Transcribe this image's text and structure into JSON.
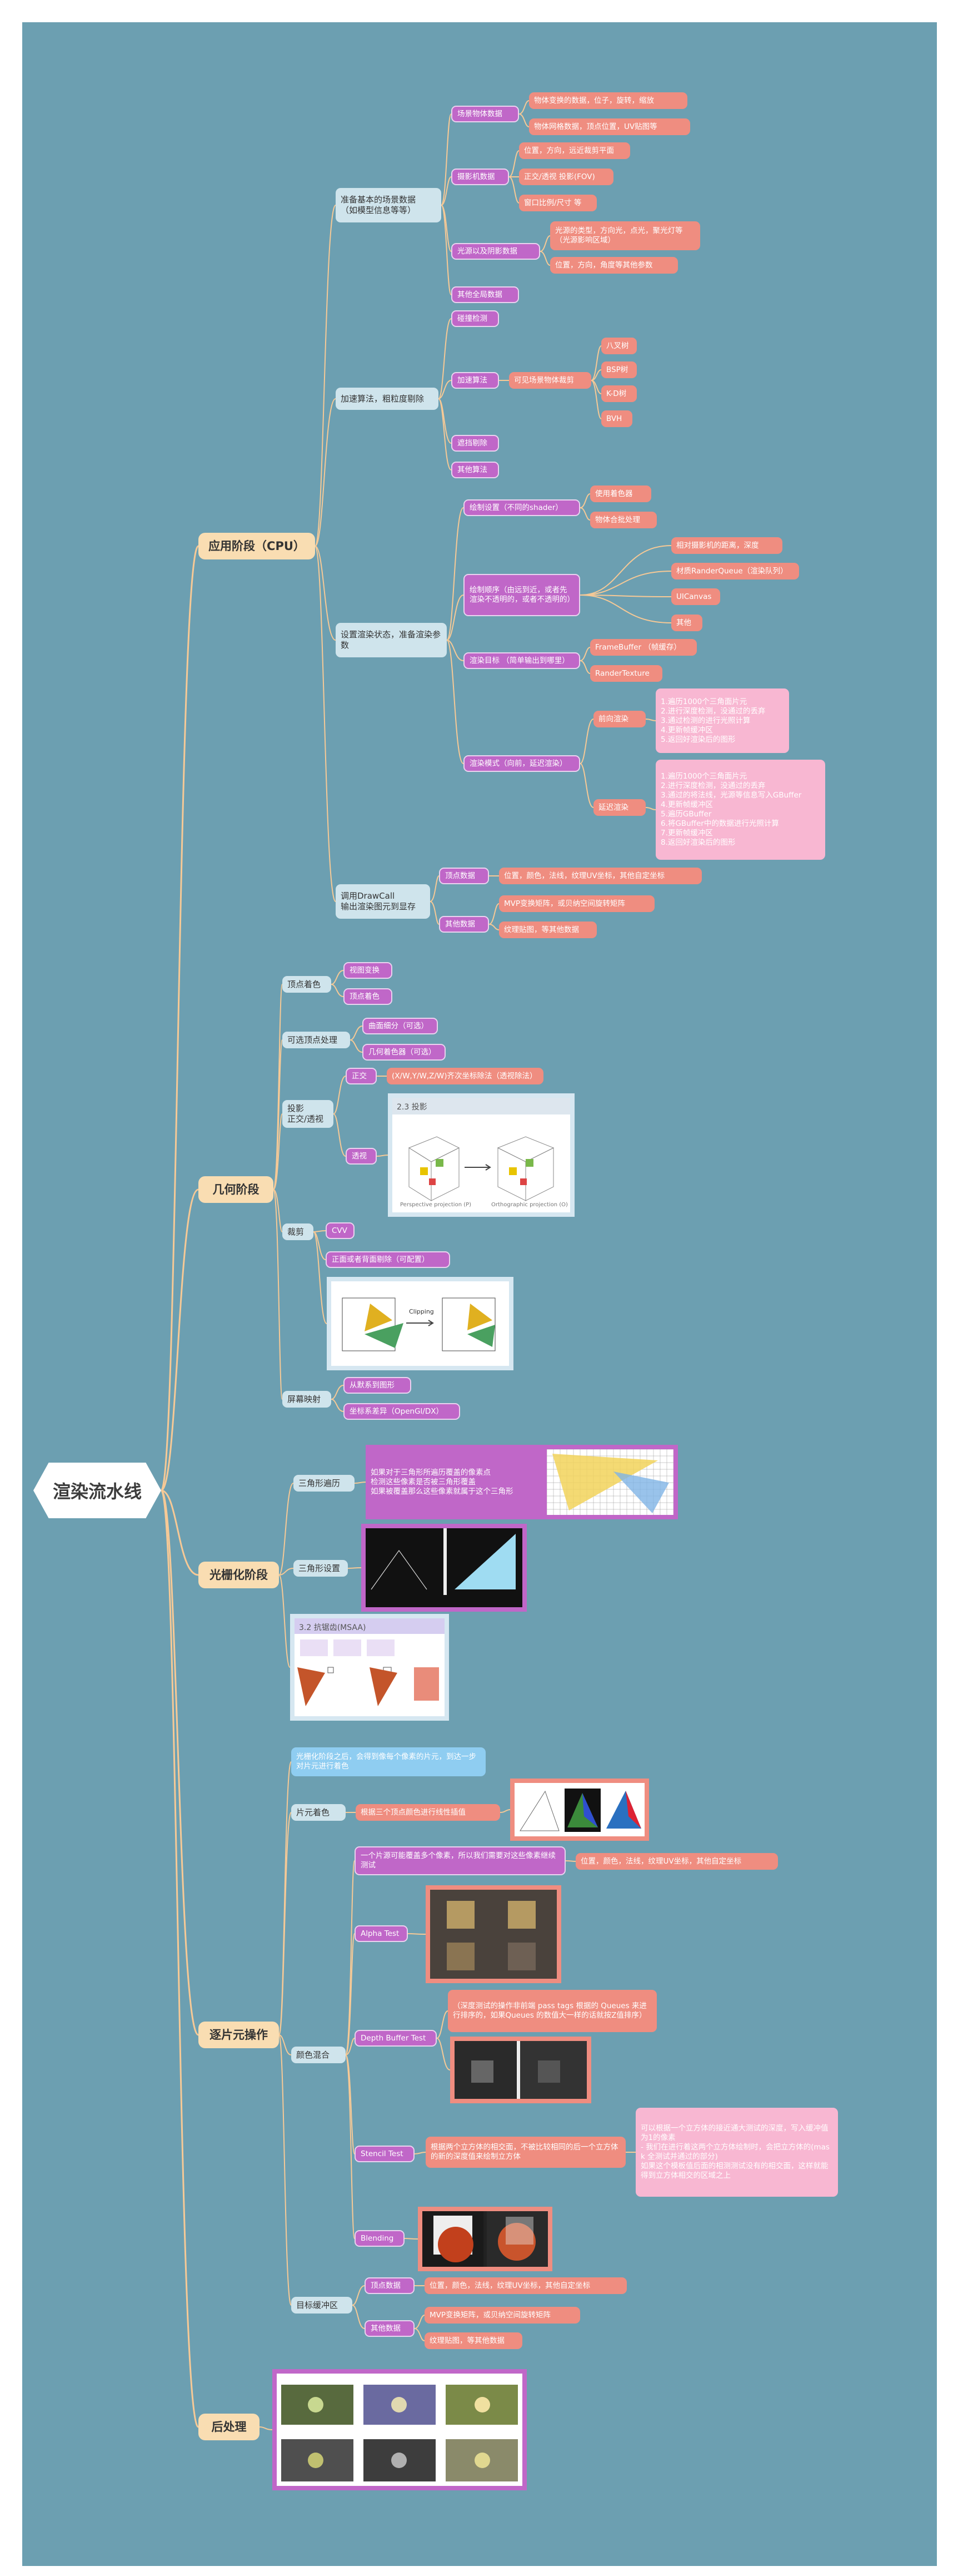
{
  "root": {
    "label": "渲染流水线"
  },
  "nodes": {
    "n1": "应用阶段（CPU）",
    "n1_1": "准备基本的场景数据\n（如模型信息等等）",
    "n1_1_1": "场景物体数据",
    "n1_1_1_1": "物体变换的数据，位子，旋转，缩放",
    "n1_1_1_2": "物体网格数据，顶点位置，UV贴图等",
    "n1_1_2": "摄影机数据",
    "n1_1_2_1": "位置，方向，远近裁剪平面",
    "n1_1_2_2": "正交/透视 投影(FOV)",
    "n1_1_2_3": "窗口比例/尺寸 等",
    "n1_1_3": "光源以及阴影数据",
    "n1_1_3_1": "光源的类型，方向光，点光，聚光灯等（光源影响区域）",
    "n1_1_3_2": "位置，方向，角度等其他参数",
    "n1_1_4": "其他全局数据",
    "n1_2": "加速算法，粗粒度剔除",
    "n1_2_1": "碰撞检测",
    "n1_2_2": "加速算法",
    "n1_2_2_1": "可见场景物体裁剪",
    "n1_2_2_1_1": "八叉树",
    "n1_2_2_1_2": "BSP树",
    "n1_2_2_1_3": "K-D树",
    "n1_2_2_1_4": "BVH",
    "n1_2_3": "遮挡剔除",
    "n1_2_4": "其他算法",
    "n1_3": "设置渲染状态，准备渲染参数",
    "n1_3_1": "绘制设置（不同的shader）",
    "n1_3_1_1": "使用着色器",
    "n1_3_1_2": "物体合批处理",
    "n1_3_2": "绘制顺序（由远到近，或者先渲染不透明的，或者不透明的）",
    "n1_3_2_1": "相对摄影机的距离，深度",
    "n1_3_2_2": "材质RanderQueue（渲染队列）",
    "n1_3_2_3": "UICanvas",
    "n1_3_2_4": "其他",
    "n1_3_3": "渲染目标 （简单输出到哪里）",
    "n1_3_3_1": "FrameBuffer （帧缓存）",
    "n1_3_3_2": "RanderTexture",
    "n1_3_4": "渲染模式（向前，延迟渲染）",
    "n1_3_4_1": "前向渲染",
    "n1_3_4_1_1": "1.遍历1000个三角面片元\n2.进行深度检测，没通过的丢弃\n3.通过检测的进行光照计算\n4.更新帧缓冲区\n5.返回好渲染后的图形",
    "n1_3_4_2": "延迟渲染",
    "n1_3_4_2_1": "1.遍历1000个三角面片元\n2.进行深度检测，没通过的丢弃\n3.通过的将法线，光源等信息写入GBuffer\n4.更新帧缓冲区\n5.遍历GBuffer\n6.将GBuffer中的数据进行光照计算\n7.更新帧缓冲区\n8.返回好渲染后的图形",
    "n1_4": "调用DrawCall\n输出渲染图元到显存",
    "n1_4_1": "顶点数据",
    "n1_4_1_1": "位置，颜色，法线，纹理UV坐标，其他自定坐标",
    "n1_4_2": "其他数据",
    "n1_4_2_1": "MVP变换矩阵，或贝纳空间旋转矩阵",
    "n1_4_2_2": "纹理贴图，等其他数据",
    "n2": "几何阶段",
    "n2_1": "顶点着色",
    "n2_1_1": "视图变换",
    "n2_1_2": "顶点着色",
    "n2_2": "可选顶点处理",
    "n2_2_1": "曲面细分（可选）",
    "n2_2_2": "几何着色器（可选）",
    "n2_3": "投影\n正交/透视",
    "n2_3_1": "正交",
    "n2_3_1_1": "(X/W,Y/W,Z/W)齐次坐标除法（透视除法）",
    "n2_3_2": "透视",
    "n2_4": "裁剪",
    "n2_4_1": "CVV",
    "n2_4_2": "正面或者背面剔除（可配置）",
    "n2_5": "屏幕映射",
    "n2_5_1": "从默系到图形",
    "n2_5_2": "坐标系差异（OpenGl/DX）",
    "n3": "光栅化阶段",
    "n3_1": "三角形遍历",
    "n3_1_1": "如果对于三角形所遍历覆盖的像素点\n检测这些像素是否被三角形覆盖\n如果被覆盖那么这些像素就属于这个三角形",
    "n3_2": "三角形设置",
    "n4": "逐片元操作",
    "n4_b": "光栅化阶段之后，会得到像每个像素的片元，到达一步对片元进行着色",
    "n4_1": "片元着色",
    "n4_1_1": "根据三个顶点颜色进行线性插值",
    "n4_2": "颜色混合",
    "n4_2_1": "一个片源可能覆盖多个像素，所以我们需要对这些像素继续测试",
    "n4_2_1_1": "位置，颜色，法线，纹理UV坐标，其他自定坐标",
    "n4_2_2": "Alpha Test",
    "n4_2_3": "Depth Buffer Test",
    "n4_2_3_1": "（深度测试的操作非前端 pass tags 根据的 Queues 来进行排序的，如果Queues 的数值大一样的话就按Z值排序）",
    "n4_2_4": "Stencil Test",
    "n4_2_4_1": "根据两个立方体的相交面，不被比较相同的后一个立方体的新的深度值来绘制立方体",
    "n4_2_4_1_1": "可以根据一个立方体的接近通大测试的深度，写入缓冲值为1的像素\n- 我们在进行着这两个立方体绘制时，会把立方体的(mask 全测试并通过的部分)\n如果这个模板值后面的相测测试没有的相交面，这样就能得到立方体相交的区域之上",
    "n4_2_5": "Blending",
    "n4_3": "目标缓冲区",
    "n4_3_1": "顶点数据",
    "n4_3_1_1": "位置，颜色，法线，纹理UV坐标，其他自定坐标",
    "n4_3_2": "其他数据",
    "n4_3_2_1": "MVP变换矩阵，或贝纳空间旋转矩阵",
    "n4_3_2_2": "纹理贴图，等其他数据",
    "n5": "后处理"
  },
  "figures": {
    "proj_title": "2.3 投影",
    "proj_left_cap": "Perspective projection (P)",
    "proj_right_cap": "Orthographic projection (O)",
    "clip_title": "Clipping",
    "msaa_title": "3.2 抗锯齿(MSAA)"
  },
  "colors": {
    "background": "#6c9fb1",
    "line": "#f6c996",
    "level1": "#f9ddb2",
    "level2": "#cfe4ec",
    "level3": "#c067c8",
    "level4": "#ef8d80",
    "level5": "#f8b7d2"
  }
}
